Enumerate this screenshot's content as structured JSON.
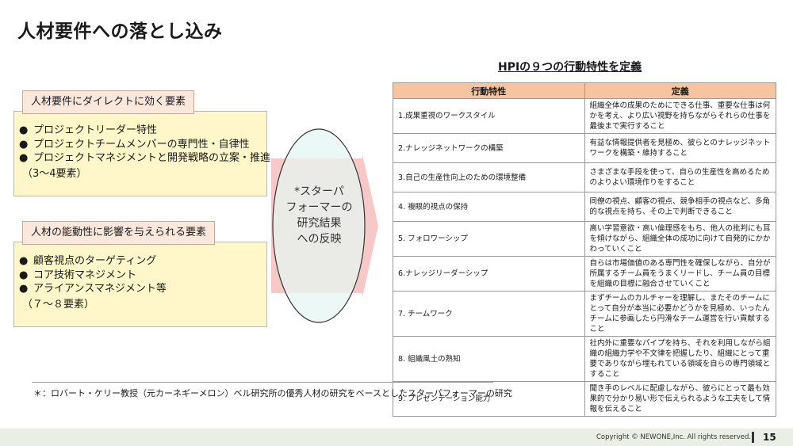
{
  "title": "人材要件への落とし込み",
  "left": {
    "panel1": {
      "header": "人材要件にダイレクトに効く要素",
      "items": [
        "プロジェクトリーダー特性",
        "プロジェクトチームメンバーの専門性・自律性",
        "プロジェクトマネジメントと開発戦略の立案・推進"
      ],
      "note": "（3～4要素）"
    },
    "panel2": {
      "header": "人材の能動性に影響を与えられる要素",
      "items": [
        "顧客視点のターゲティング",
        "コア技術マネジメント",
        "アライアンスマネジメント等"
      ],
      "note": "（７～８要素）"
    },
    "bullet": "●"
  },
  "oval": {
    "lines": [
      "*スターパ",
      "フォーマーの",
      "研究結果",
      "への反映"
    ]
  },
  "right": {
    "title": "HPIの９つの行動特性を定義",
    "headers": [
      "行動特性",
      "定義"
    ],
    "rows": [
      [
        "1.成果重視のワークスタイル",
        "組織全体の成果のためにできる仕事、重要な仕事は何かを考え、より広い視野を持ちながらそれらの仕事を最後まで実行すること"
      ],
      [
        "2.ナレッジネットワークの構築",
        "有益な情報提供者を見極め、彼らとのナレッジネットワークを構築・維持すること"
      ],
      [
        "3.自己の生産性向上のための環境整備",
        "さまざまな手段を使って、自らの生産性を高めるためのよりよい環境作りをすること"
      ],
      [
        "4. 複眼的視点の保持",
        "同僚の視点、顧客の視点、競争相手の視点など、多角的な視点を持ち、その上で判断できること"
      ],
      [
        "5. フォロワーシップ",
        "高い学習意欲・高い倫理感をもち、他人の批判にも耳を傾けながら、組織全体の成功に向けて自発的にかかわっていくこと"
      ],
      [
        "6.ナレッジリーダーシップ",
        "自らは市場価値のある専門性を確保しながら、自分が所属するチーム員をうまくリードし、チーム員の目標を組織の目標に融合させていくこと"
      ],
      [
        "7. チームワーク",
        "まずチームのカルチャーを理解し、またそのチームにとって自分が本当に必要かどうかを見極め、いったんチームに参画したら円滑なチーム運営を行い貢献すること"
      ],
      [
        "8. 組織風土の熟知",
        "社内外に重要なパイプを持ち、それを利用しながら組織の組織力学や不文律を把握したり、組織にとって重要でありながら埋もれている領域を自らの専門領域とすること"
      ],
      [
        "9. プレゼンテーション能力",
        "聞き手のレベルに配慮しながら、彼らにとって最も効果的で分かり易い形で伝えられるような工夫をして情報を伝えること"
      ]
    ]
  },
  "footnote": "＊：ロバート・ケリー教授（元カーネギーメロン）ベル研究所の優秀人材の研究をベースとしたスターパフォーマーの研究",
  "footer": {
    "copyright": "Copyright © NEWONE,Inc.  All rights reserved.",
    "page": "15"
  },
  "colors": {
    "panel_fill": "#fff6c9",
    "header_fill": "#fbe8dc",
    "table_header": "#f6c49e",
    "oval_fill": "#e6f6f2",
    "arrow": "#f6c8c8",
    "footer": "#e9efe4"
  }
}
